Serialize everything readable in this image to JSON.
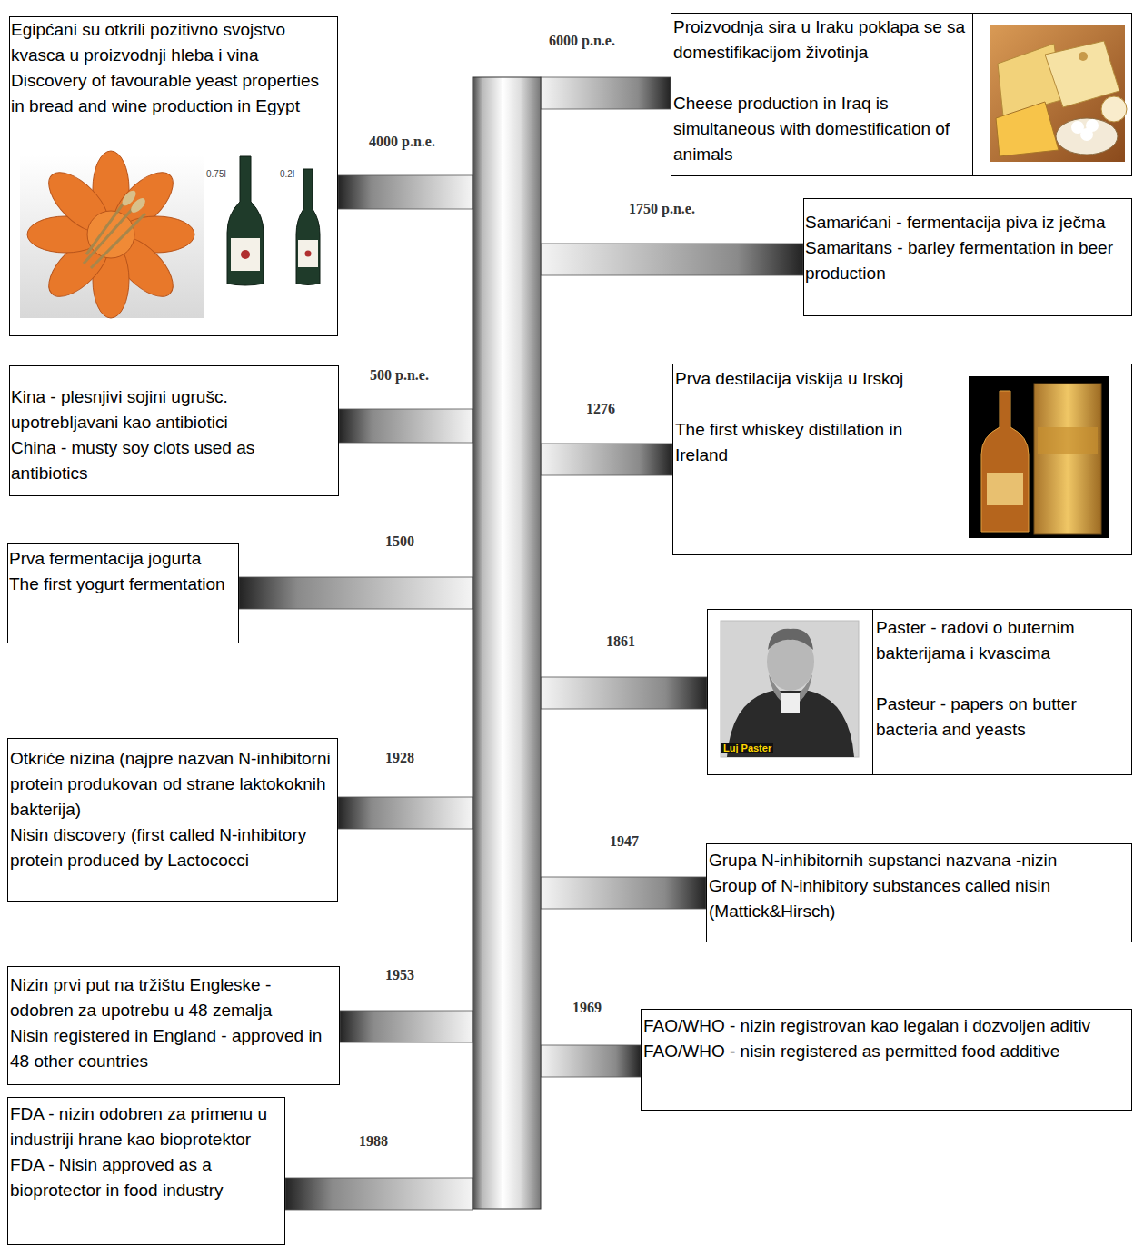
{
  "diagram": {
    "nodes": [
      {
        "text": [
          "Proizvodnja sira u Iraku poklapa se sa domestifikacijom životinja",
          "Cheese production in Iraq is simultaneous with domestification of animals"
        ]
      },
      {
        "text": [
          "Egipćani su otkrili pozitivno svojstvo kvasca u proizvodnji hleba i vina",
          "Discovery of favourable yeast properties in bread and wine production in Egypt"
        ]
      },
      {
        "text": [
          "Samarićani - fermentacija piva iz ječma",
          "Samaritans - barley fermentation in beer production"
        ]
      },
      {
        "text": [
          "Kina - plesnjivi sojini ugrušc. upotrebljavani kao antibiotici",
          "China - musty soy clots used as antibiotics"
        ]
      },
      {
        "text": [
          "Prva destilacija viskija u Irskoj",
          "The first whiskey distillation in Ireland"
        ]
      },
      {
        "text": [
          "Prva fermentacija jogurta",
          "The first yogurt fermentation"
        ]
      },
      {
        "text": [
          "Paster - radovi o buternim bakterijama i kvascima",
          "Pasteur - papers on butter bacteria and yeasts"
        ]
      },
      {
        "text": [
          "Otkriće nizina (najpre nazvan N-inhibitorni protein produkovan od strane laktokoknih bakterija)",
          "Nisin discovery (first called N-inhibitory protein produced by Lactococci"
        ]
      },
      {
        "text": [
          "Grupa N-inhibitornih supstanci nazvana -nizin",
          "Group of N-inhibitory substances called nisin (Mattick&Hirsch)"
        ]
      },
      {
        "text": [
          "Nizin prvi put na tržištu Engleske - odobren za upotrebu u 48 zemalja",
          "Nisin registered in England - approved in 48 other countries"
        ]
      },
      {
        "text": [
          "FAO/WHO - nizin registrovan kao legalan i dozvoljen aditiv",
          "FAO/WHO - nisin registered as permitted food additive"
        ]
      },
      {
        "text": [
          "FDA - nizin odobren za primenu u industriji hrane kao bioprotektor",
          "FDA - Nisin approved as a bioprotector in food industry"
        ]
      }
    ],
    "labels": [
      "6000 p.n.e.",
      "4000 p.n.e.",
      "1750 p.n.e.",
      "500 p.n.e.",
      "1276",
      "1500",
      "1861",
      "1928",
      "1947",
      "1953",
      "1969",
      "1988",
      "0.75l",
      "0.2l",
      "Luj Paster"
    ]
  }
}
